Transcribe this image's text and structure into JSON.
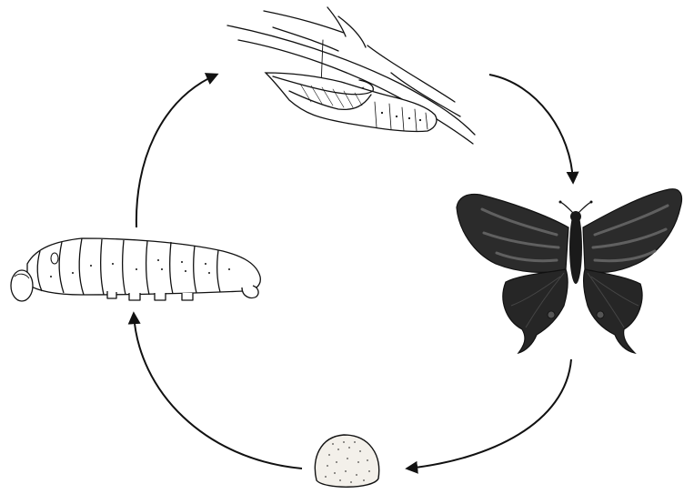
{
  "diagram": {
    "stages": [
      {
        "id": "egg",
        "icon": "egg-icon"
      },
      {
        "id": "larva",
        "icon": "caterpillar-icon"
      },
      {
        "id": "pupa",
        "icon": "chrysalis-icon"
      },
      {
        "id": "adult",
        "icon": "butterfly-icon"
      }
    ],
    "sequence": [
      "egg",
      "larva",
      "pupa",
      "adult",
      "egg"
    ],
    "colors": {
      "ink": "#111111",
      "wing": "#2b2b2b",
      "paper": "#ffffff",
      "egg_fill": "#f3f0ea"
    }
  }
}
